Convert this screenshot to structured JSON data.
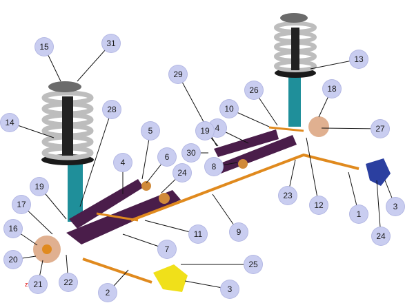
{
  "diagram": {
    "axis_label": "z",
    "callouts": [
      "1",
      "2",
      "3",
      "3",
      "4",
      "4",
      "5",
      "6",
      "7",
      "8",
      "9",
      "10",
      "11",
      "12",
      "13",
      "14",
      "15",
      "16",
      "17",
      "18",
      "19",
      "19",
      "20",
      "21",
      "22",
      "23",
      "24",
      "24",
      "25",
      "26",
      "27",
      "28",
      "29",
      "30",
      "31"
    ]
  },
  "colors": {
    "control_arm": "#4a1d4a",
    "strut": "#1f8f9a",
    "spring": "#c8c8c8",
    "stabilizer": "#e08a1e",
    "bracket": "#f0e01a",
    "bracket_right": "#2b3fa0",
    "hub": "#e0b090",
    "callout_fill": "#c9cdf0"
  }
}
